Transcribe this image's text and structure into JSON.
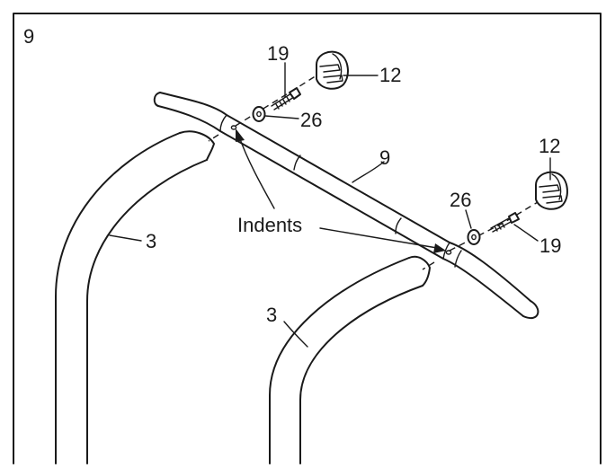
{
  "step_number": "9",
  "callouts": {
    "bolt_top": "19",
    "knob_top": "12",
    "washer_top": "26",
    "handlebar": "9",
    "knob_right": "12",
    "washer_right": "26",
    "indents": "Indents",
    "bolt_right": "19",
    "frame_left": "3",
    "frame_right": "3"
  }
}
